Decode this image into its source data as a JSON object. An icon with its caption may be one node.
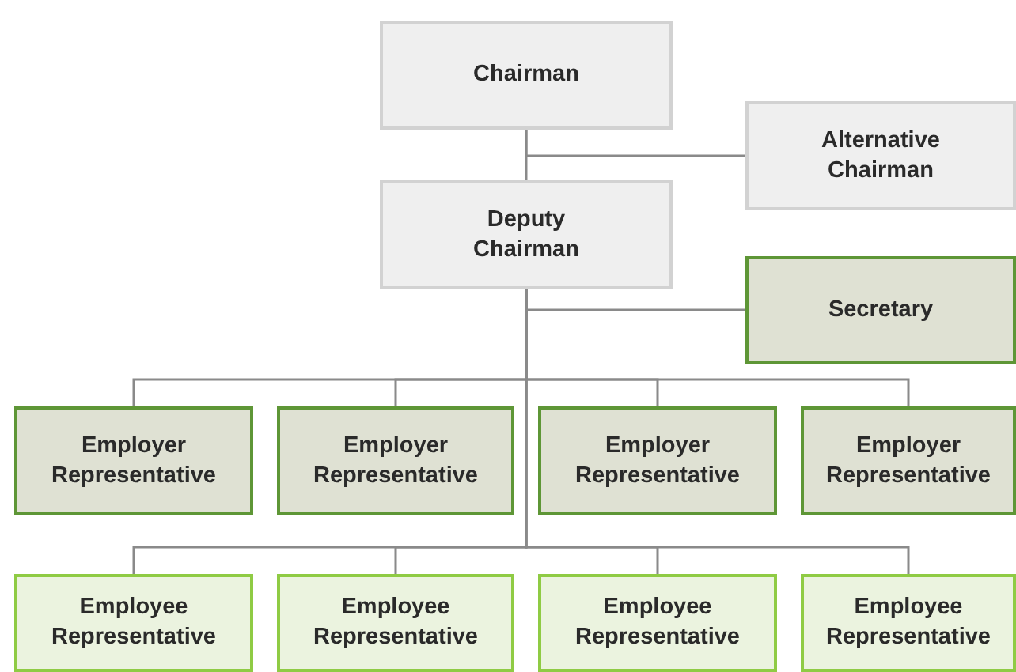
{
  "diagram": {
    "nodes": [
      {
        "text": [
          "Chairman"
        ]
      },
      {
        "text": [
          "Alternative Chairman"
        ]
      },
      {
        "text": [
          "Deputy Chairman"
        ]
      },
      {
        "text": [
          "Secretary"
        ]
      },
      {
        "text": [
          "Employer Representative"
        ]
      },
      {
        "text": [
          "Employer Representative"
        ]
      },
      {
        "text": [
          "Employer Representative"
        ]
      },
      {
        "text": [
          "Employer Representative"
        ]
      },
      {
        "text": [
          "Employee Representative"
        ]
      },
      {
        "text": [
          "Employee Representative"
        ]
      },
      {
        "text": [
          "Employee Representative"
        ]
      },
      {
        "text": [
          "Employee Representative"
        ]
      }
    ],
    "edges": [
      {
        "from": 0,
        "to": 2,
        "arrow": "none"
      },
      {
        "from": 0,
        "to": 1,
        "arrow": "none"
      },
      {
        "from": 2,
        "to": 3,
        "arrow": "none"
      },
      {
        "from": 2,
        "to": 4,
        "arrow": "none"
      },
      {
        "from": 2,
        "to": 5,
        "arrow": "none"
      },
      {
        "from": 2,
        "to": 6,
        "arrow": "none"
      },
      {
        "from": 2,
        "to": 7,
        "arrow": "none"
      },
      {
        "from": 2,
        "to": 8,
        "arrow": "none"
      },
      {
        "from": 2,
        "to": 9,
        "arrow": "none"
      },
      {
        "from": 2,
        "to": 10,
        "arrow": "none"
      },
      {
        "from": 2,
        "to": 11,
        "arrow": "none"
      }
    ]
  }
}
